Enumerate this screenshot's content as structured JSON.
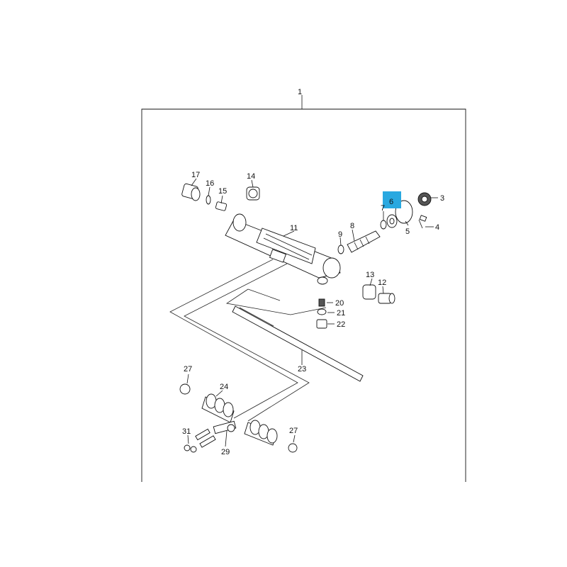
{
  "colors": {
    "line": "#111111",
    "highlight": "#29a8e0",
    "background": "#ffffff"
  },
  "highlighted_part": "6",
  "callouts": {
    "c1": "1",
    "c3": "3",
    "c4": "4",
    "c5": "5",
    "c6": "6",
    "c7": "7",
    "c8": "8",
    "c9": "9",
    "c11": "11",
    "c12": "12",
    "c13": "13",
    "c14": "14",
    "c15": "15",
    "c16": "16",
    "c17": "17",
    "c20": "20",
    "c21": "21",
    "c22": "22",
    "c23": "23",
    "c24": "24",
    "c27a": "27",
    "c27b": "27",
    "c29": "29",
    "c31": "31"
  }
}
